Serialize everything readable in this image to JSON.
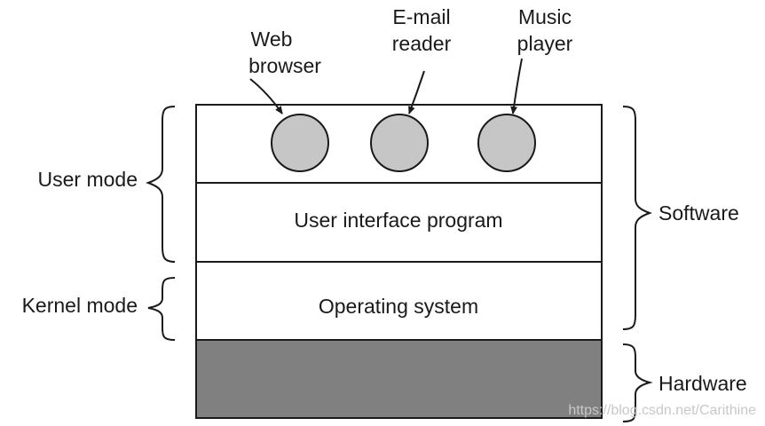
{
  "apps": [
    {
      "label_line1": "Web",
      "label_line2": "browser"
    },
    {
      "label_line1": "E-mail",
      "label_line2": "reader"
    },
    {
      "label_line1": "Music",
      "label_line2": "player"
    }
  ],
  "layers": {
    "user_interface": "User interface program",
    "operating_system": "Operating system"
  },
  "modes": {
    "user": "User mode",
    "kernel": "Kernel mode"
  },
  "groups": {
    "software": "Software",
    "hardware": "Hardware"
  },
  "watermark": "https://blog.csdn.net/Carithine",
  "colors": {
    "app_circle": "#c6c6c6",
    "hardware": "#808080",
    "line": "#1a1a1a"
  }
}
